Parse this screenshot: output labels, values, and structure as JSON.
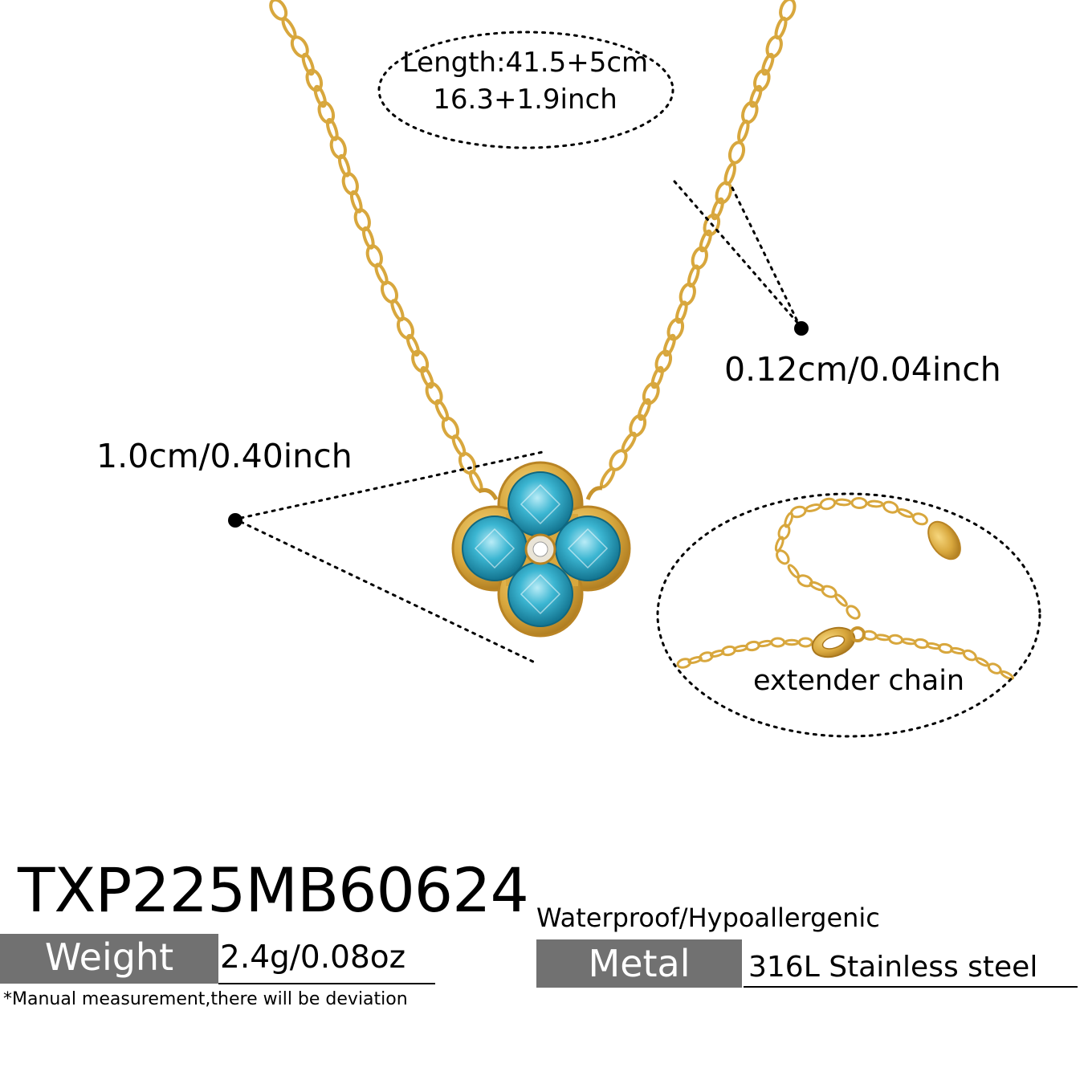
{
  "dimensions": {
    "length_cm": "Length:41.5+5cm",
    "length_inch": "16.3+1.9inch",
    "chain_width": "0.12cm/0.04inch",
    "pendant_size": "1.0cm/0.40inch",
    "extender_label": "extender chain"
  },
  "product": {
    "sku": "TXP225MB60624",
    "weight_label": "Weight",
    "weight_value": "2.4g/0.08oz",
    "measurement_note": "*Manual measurement,there will be deviation",
    "features": "Waterproof/Hypoallergenic",
    "metal_label": "Metal",
    "metal_value": "316L Stainless steel"
  },
  "colors": {
    "gold": "#d8a73d",
    "gold_dark": "#b98424",
    "stone_blue": "#2aa8c6",
    "stone_light": "#8fdcef",
    "label_gray": "#717171"
  },
  "icons": {
    "pendant": "clover-pendant-icon",
    "clasp": "lobster-clasp-icon",
    "tag": "oval-tag-icon"
  }
}
